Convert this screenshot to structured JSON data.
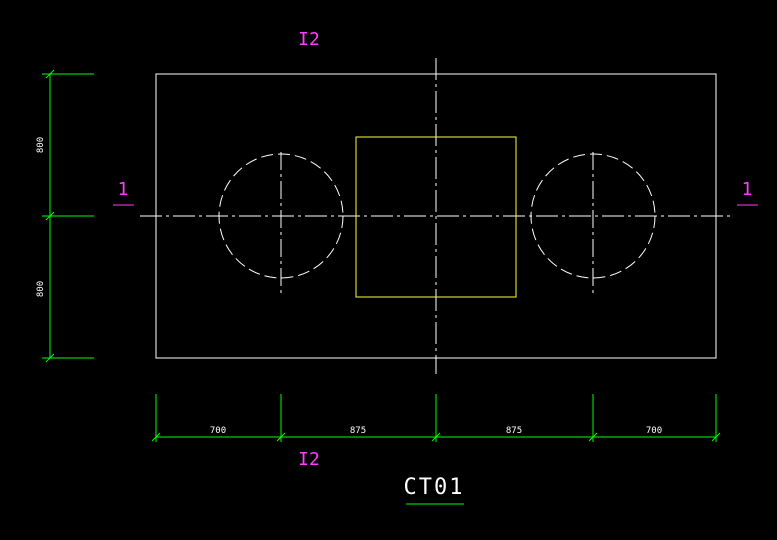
{
  "drawing": {
    "title": "CT01",
    "section_top": "I2",
    "section_bottom": "I2",
    "section_left": "1",
    "section_right": "1",
    "dims_vertical": [
      "800",
      "800"
    ],
    "dims_horizontal": [
      "700",
      "875",
      "875",
      "700"
    ]
  },
  "colors": {
    "background": "#000000",
    "outline": "#ffffff",
    "column": "#ffff33",
    "dimension": "#00ff00",
    "section_label": "#ff3cff",
    "title_underline": "#00ff00"
  }
}
